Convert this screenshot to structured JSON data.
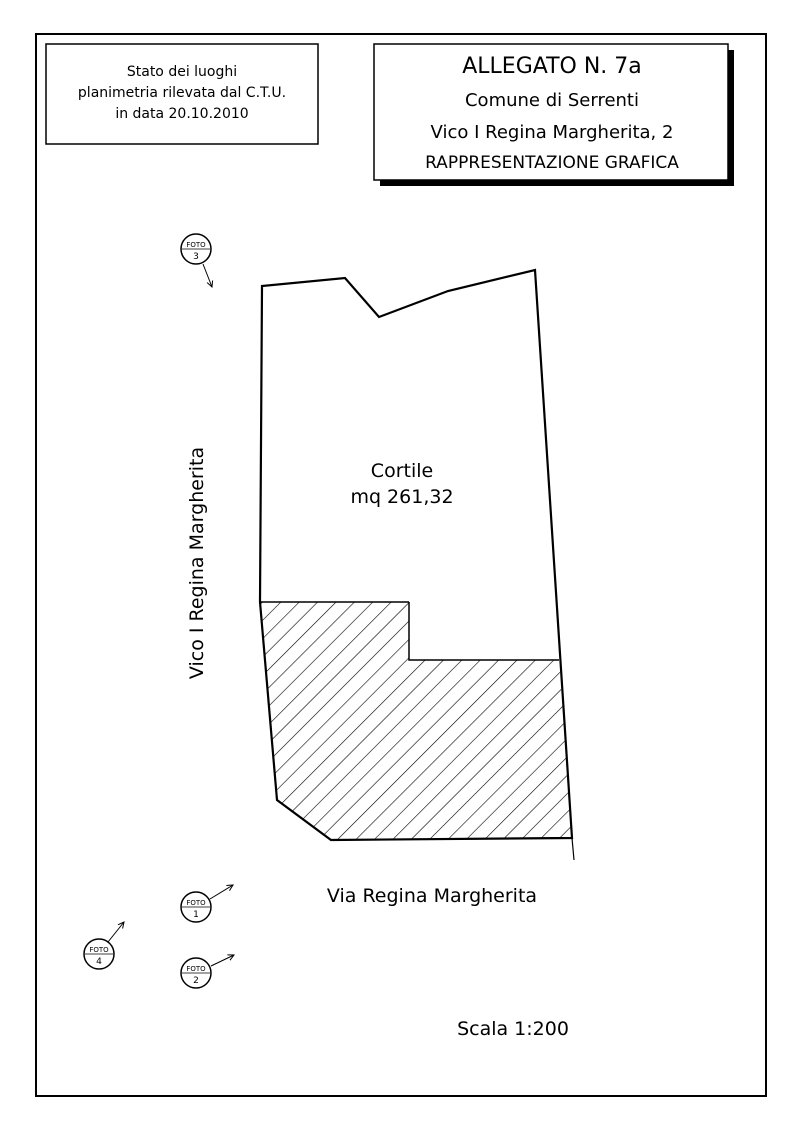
{
  "survey_box": {
    "line1": "Stato dei luoghi",
    "line2": "planimetria rilevata dal C.T.U.",
    "line3": "in data 20.10.2010"
  },
  "title_box": {
    "line1": "ALLEGATO N. 7a",
    "line2": "Comune di Serrenti",
    "line3": "Vico I Regina Margherita, 2",
    "line4": "RAPPRESENTAZIONE GRAFICA"
  },
  "parcel": {
    "name": "Cortile",
    "area": "mq 261,32"
  },
  "streets": {
    "side": "Vico I Regina Margherita",
    "bottom": "Via Regina Margherita"
  },
  "photo_markers": [
    {
      "label": "FOTO",
      "number": "3"
    },
    {
      "label": "FOTO",
      "number": "1"
    },
    {
      "label": "FOTO",
      "number": "4"
    },
    {
      "label": "FOTO",
      "number": "2"
    }
  ],
  "scale": "Scala 1:200"
}
